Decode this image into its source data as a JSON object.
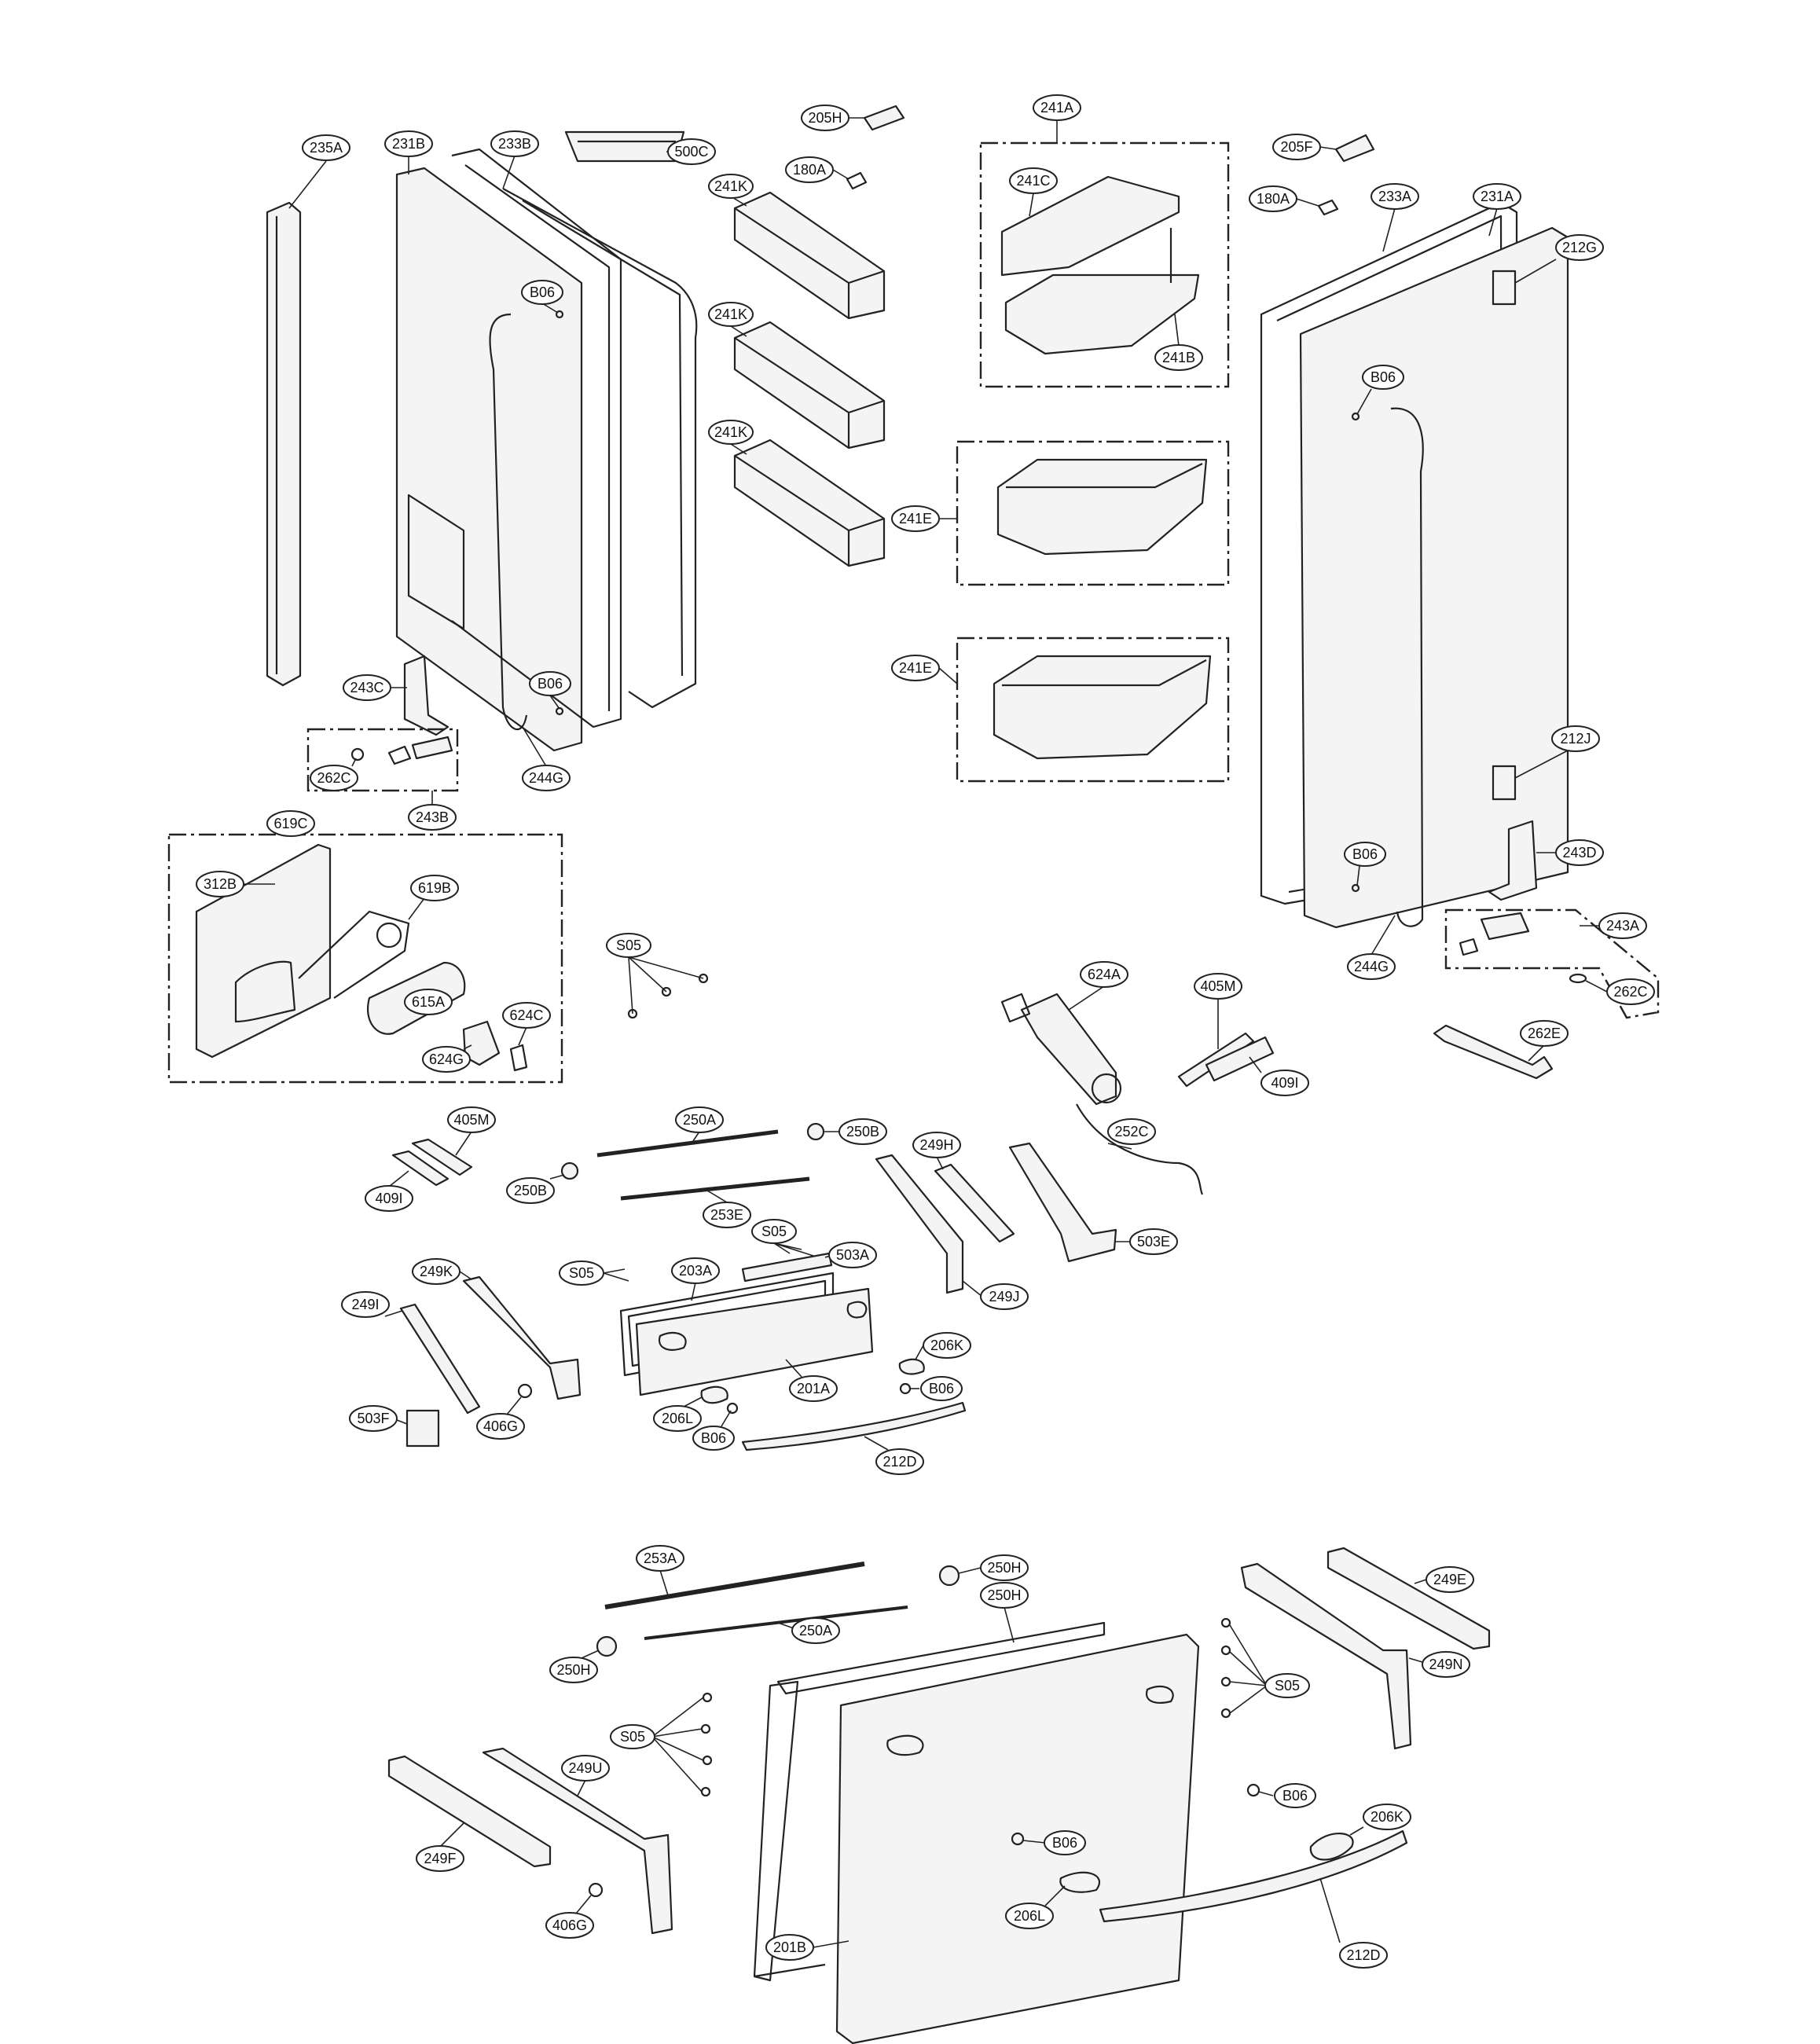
{
  "labels": {
    "l_235A": "235A",
    "l_231B": "231B",
    "l_233B": "233B",
    "l_500C": "500C",
    "l_205H_top": "205H",
    "l_180A_left": "180A",
    "l_241K_1": "241K",
    "l_241K_2": "241K",
    "l_241K_3": "241K",
    "l_241A": "241A",
    "l_241C": "241C",
    "l_241B": "241B",
    "l_241E_1": "241E",
    "l_241E_2": "241E",
    "l_205F": "205F",
    "l_180A_right": "180A",
    "l_233A": "233A",
    "l_231A": "231A",
    "l_212G": "212G",
    "l_B06_1": "B06",
    "l_B06_2": "B06",
    "l_B06_3": "B06",
    "l_B06_4": "B06",
    "l_243C": "243C",
    "l_262C_left": "262C",
    "l_243B": "243B",
    "l_244G_left": "244G",
    "l_619C": "619C",
    "l_312B": "312B",
    "l_619B": "619B",
    "l_615A": "615A",
    "l_624G": "624G",
    "l_624C": "624C",
    "l_212J": "212J",
    "l_243D": "243D",
    "l_243A": "243A",
    "l_262C_right": "262C",
    "l_262E": "262E",
    "l_244G_right": "244G",
    "l_S05_1": "S05",
    "l_624A": "624A",
    "l_405M_1": "405M",
    "l_409I_1": "409I",
    "l_405M_2": "405M",
    "l_409I_2": "409I",
    "l_250A_1": "250A",
    "l_250B_1": "250B",
    "l_250B_2": "250B",
    "l_253E": "253E",
    "l_249H": "249H",
    "l_252C": "252C",
    "l_503E": "503E",
    "l_S05_2": "S05",
    "l_S05_3": "S05",
    "l_503A": "503A",
    "l_203A": "203A",
    "l_249J": "249J",
    "l_249K": "249K",
    "l_249I": "249I",
    "l_503F": "503F",
    "l_406G_1": "406G",
    "l_201A": "201A",
    "l_206K_1": "206K",
    "l_B06_5": "B06",
    "l_206L_1": "206L",
    "l_B06_6": "B06",
    "l_212D_1": "212D",
    "l_253A": "253A",
    "l_250H_1": "250H",
    "l_250H_2": "250H",
    "l_250A_2": "250A",
    "l_250H_3": "250H",
    "l_249E": "249E",
    "l_249N": "249N",
    "l_S05_4": "S05",
    "l_S05_5": "S05",
    "l_249U": "249U",
    "l_249F": "249F",
    "l_406G_2": "406G",
    "l_B06_7": "B06",
    "l_B06_8": "B06",
    "l_206K_2": "206K",
    "l_206L_2": "206L",
    "l_201B": "201B",
    "l_212D_2": "212D"
  }
}
